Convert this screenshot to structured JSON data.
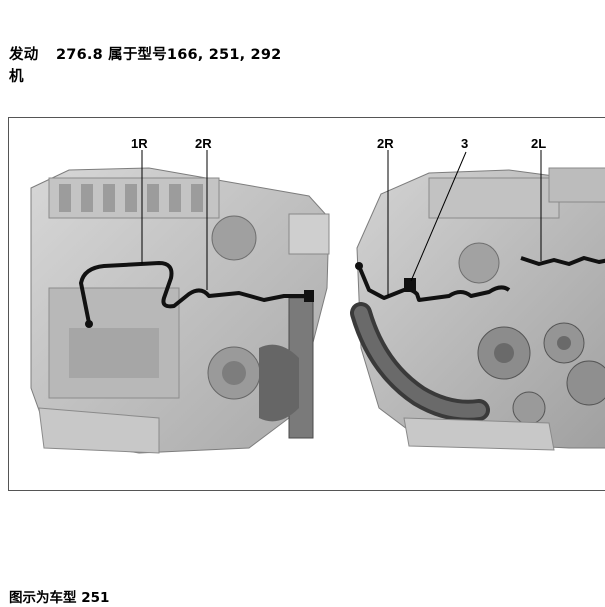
{
  "header": {
    "label_line1": "发动",
    "label_line2": "机",
    "value": "276.8 属于型号166, 251, 292"
  },
  "figure": {
    "callouts": [
      "1R",
      "2R",
      "2R",
      "3",
      "2L"
    ]
  },
  "caption": "图示为车型 251"
}
